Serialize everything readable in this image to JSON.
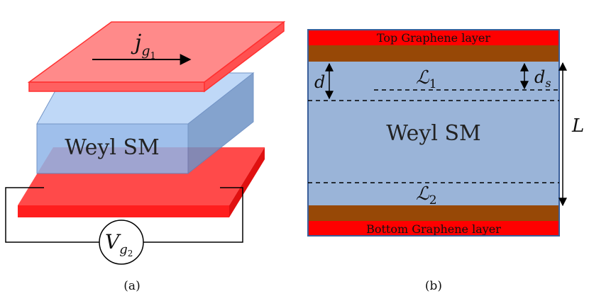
{
  "panel_a": {
    "caption": "(a)",
    "current_label": {
      "symbol": "j",
      "subscript": "g",
      "subsubscript": "1"
    },
    "material_label": "Weyl SM",
    "voltage_label": {
      "symbol": "V",
      "subscript": "g",
      "subsubscript": "2"
    },
    "colors": {
      "graphene_front": "#ff3030",
      "graphene_top_face": "#ff8080",
      "weyl_front": "#8fb4e8",
      "weyl_top": "#b4d2f6",
      "weyl_side": "#6f93c6",
      "wire": "#000000"
    }
  },
  "panel_b": {
    "caption": "(b)",
    "top_layer_label": "Top Graphene layer",
    "bottom_layer_label": "Bottom Graphene layer",
    "material_label": "Weyl SM",
    "interface_1": {
      "symbol": "ℒ",
      "subscript": "1"
    },
    "interface_2": {
      "symbol": "ℒ",
      "subscript": "2"
    },
    "dim_d": "d",
    "dim_ds": {
      "symbol": "d",
      "subscript": "s"
    },
    "dim_L": "L",
    "colors": {
      "graphene": "#ff0000",
      "spacer": "#974806",
      "weyl": "#9ab4d8",
      "frame": "#3a5f9a"
    }
  }
}
